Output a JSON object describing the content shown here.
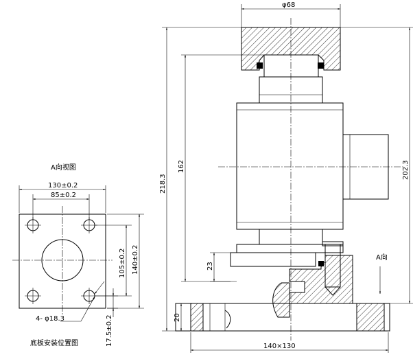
{
  "labels": {
    "view_a_title": "A向视图",
    "base_title": "底板安装位置图",
    "dir_a": "A向"
  },
  "dims": {
    "top_dia": "φ68",
    "overall_h": "218.3",
    "h_162": "162",
    "h_202": "202.3",
    "h_23": "23",
    "h_20": "20",
    "base_size": "140×130",
    "w_130": "130±0.2",
    "w_85": "85±0.2",
    "h_105": "105±0.2",
    "h_140": "140±0.2",
    "holes": "4- φ18.3",
    "offset_17": "17.5±0.2"
  },
  "colors": {
    "line": "#000000",
    "background": "#ffffff"
  }
}
